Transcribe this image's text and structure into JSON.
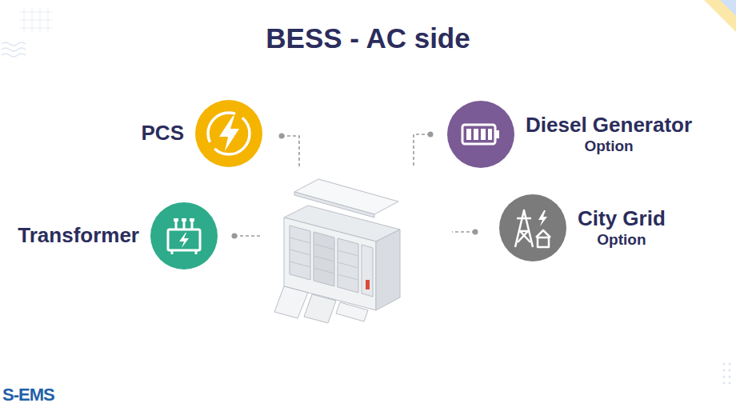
{
  "diagram": {
    "title": "BESS - AC side",
    "nodes": [
      {
        "text": [
          "PCS"
        ]
      },
      {
        "text": [
          "Diesel Generator",
          "Option"
        ]
      },
      {
        "text": [
          "Transformer"
        ]
      },
      {
        "text": [
          "City Grid",
          "Option"
        ]
      }
    ],
    "labels": [
      "S-EMS"
    ]
  }
}
